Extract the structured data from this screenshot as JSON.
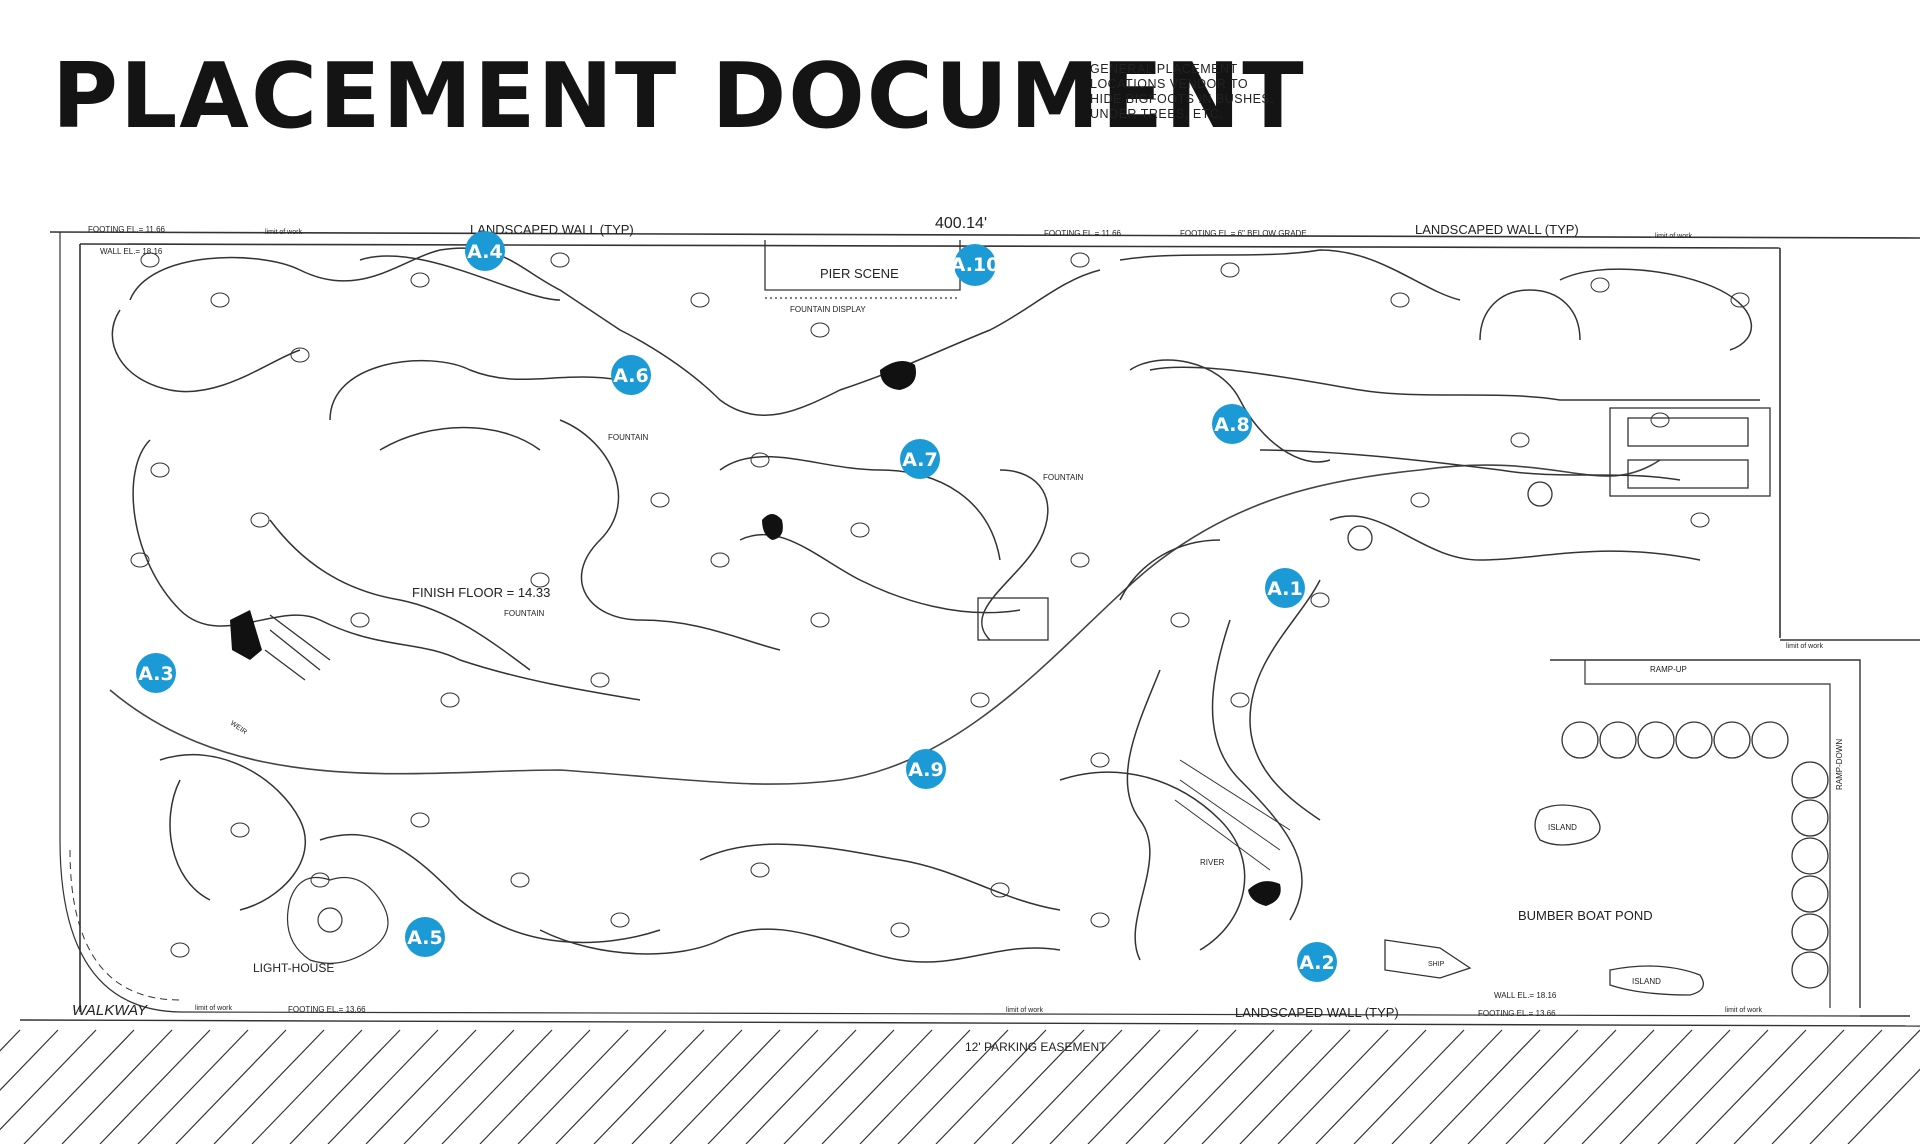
{
  "header": {
    "title": "PLACEMENT DOCUMENT",
    "note_lines": [
      "GENERAL PLACEMENT",
      "LOCATIONS VENDOR TO",
      "HIDE BIGFOOTS IN BUSHES,",
      "UNDER TREES, ETC."
    ]
  },
  "colors": {
    "marker": "#1b9ad6",
    "line": "#333333",
    "background": "#ffffff"
  },
  "plan": {
    "labels": {
      "dimension": "400.14'",
      "landscaped_wall_top_left": "LANDSCAPED WALL (TYP)",
      "landscaped_wall_top_right": "LANDSCAPED WALL (TYP)",
      "landscaped_wall_bottom": "LANDSCAPED WALL (TYP)",
      "footing_top_left": "FOOTING EL.= 11.66",
      "footing_top_mid": "FOOTING EL.= 11.66",
      "footing_top_right": "FOOTING EL.= 6\" BELOW GRADE",
      "footing_bottom_left": "FOOTING EL.= 13.66",
      "footing_bottom_right": "FOOTING EL.= 13.66",
      "wall_el_top": "WALL EL.= 18.16",
      "wall_el_bottom": "WALL EL.= 18.16",
      "limit_of_work": "limit of work",
      "pier_scene": "PIER SCENE",
      "fountain_display": "FOUNTAIN DISPLAY",
      "fountain": "FOUNTAIN",
      "finish_floor": "FINISH FLOOR = 14.33",
      "ramp_up": "RAMP-UP",
      "ramp_down": "RAMP-DOWN",
      "island": "ISLAND",
      "ship": "SHIP",
      "bumber_boat_pond": "BUMBER BOAT POND",
      "river": "RIVER",
      "light_house": "LIGHT-HOUSE",
      "walkway": "WALKWAY",
      "parking_easement": "12' PARKING EASEMENT",
      "weir": "WEIR"
    },
    "markers": [
      {
        "id": "A.1",
        "label": "A.1"
      },
      {
        "id": "A.2",
        "label": "A.2"
      },
      {
        "id": "A.3",
        "label": "A.3"
      },
      {
        "id": "A.4",
        "label": "A.4"
      },
      {
        "id": "A.5",
        "label": "A.5"
      },
      {
        "id": "A.6",
        "label": "A.6"
      },
      {
        "id": "A.7",
        "label": "A.7"
      },
      {
        "id": "A.8",
        "label": "A.8"
      },
      {
        "id": "A.9",
        "label": "A.9"
      },
      {
        "id": "A.10",
        "label": "A.10"
      }
    ]
  }
}
